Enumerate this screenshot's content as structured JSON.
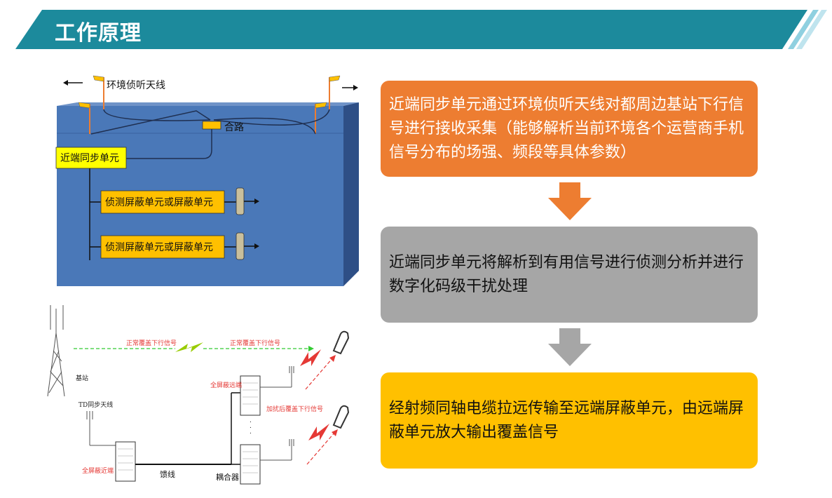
{
  "header": {
    "title": "工作原理"
  },
  "diagram_top": {
    "antenna_label": "环境侦听天线",
    "combiner_label": "合路",
    "sync_unit_label": "近端同步单元",
    "detect_unit_label_1": "侦测屏蔽单元或屏蔽单元",
    "detect_unit_label_2": "侦测屏蔽单元或屏蔽单元"
  },
  "diagram_bottom": {
    "downlink_label_1": "正常覆盖下行信号",
    "downlink_label_2": "正常覆盖下行信号",
    "base_station_label": "基站",
    "td_antenna_label": "TD同步天线",
    "near_end_label": "全屏蔽近端",
    "far_end_label": "全屏蔽远端",
    "interfered_label": "加扰后覆盖下行信号",
    "cable_label": "馈线",
    "coupler_label": "耦合器"
  },
  "steps": [
    {
      "text": "近端同步单元通过环境侦听天线对都周边基站下行信号进行接收采集（能够解析当前环境各个运营商手机信号分布的场强、频段等具体参数）",
      "color": "#ed7d31"
    },
    {
      "text": "近端同步单元将解析到有用信号进行侦测分析并进行数字化码级干扰处理",
      "color": "#a6a6a6"
    },
    {
      "text": "经射频同轴电缆拉远传输至远端屏蔽单元，由远端屏蔽单元放大输出覆盖信号",
      "color": "#ffc000"
    }
  ],
  "colors": {
    "banner": "#1c8a9c",
    "banner_stripe": "#8fd0e0",
    "box_blue": "#4a78b8",
    "arrow_orange": "#ed7d31",
    "arrow_gray": "#a6a6a6"
  }
}
